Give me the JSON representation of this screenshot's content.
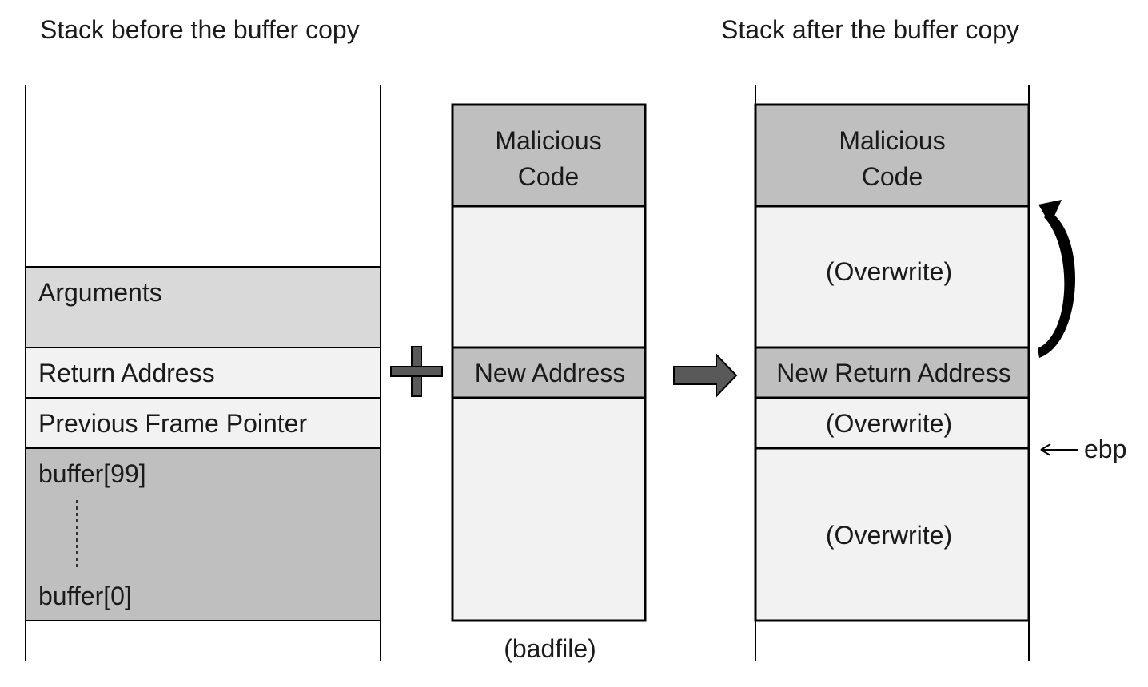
{
  "titles": {
    "before": "Stack before the buffer copy",
    "after": "Stack after the buffer copy"
  },
  "stack_before": {
    "arguments": "Arguments",
    "return_address": "Return Address",
    "previous_frame_pointer": "Previous Frame Pointer",
    "buffer_top": "buffer[99]",
    "buffer_bottom": "buffer[0]"
  },
  "badfile": {
    "malicious_code_line1": "Malicious",
    "malicious_code_line2": "Code",
    "new_address": "New Address",
    "caption": "(badfile)"
  },
  "stack_after": {
    "malicious_code_line1": "Malicious",
    "malicious_code_line2": "Code",
    "overwrite_upper": "(Overwrite)",
    "new_return_address": "New Return Address",
    "overwrite_middle": "(Overwrite)",
    "overwrite_lower": "(Overwrite)",
    "ebp_label": "ebp"
  },
  "colors": {
    "light_fill": "#f2f2f2",
    "mid_fill": "#d9d9d9",
    "dark_fill": "#bfbfbf",
    "arrow_fill": "#595959",
    "stroke": "#000000"
  }
}
